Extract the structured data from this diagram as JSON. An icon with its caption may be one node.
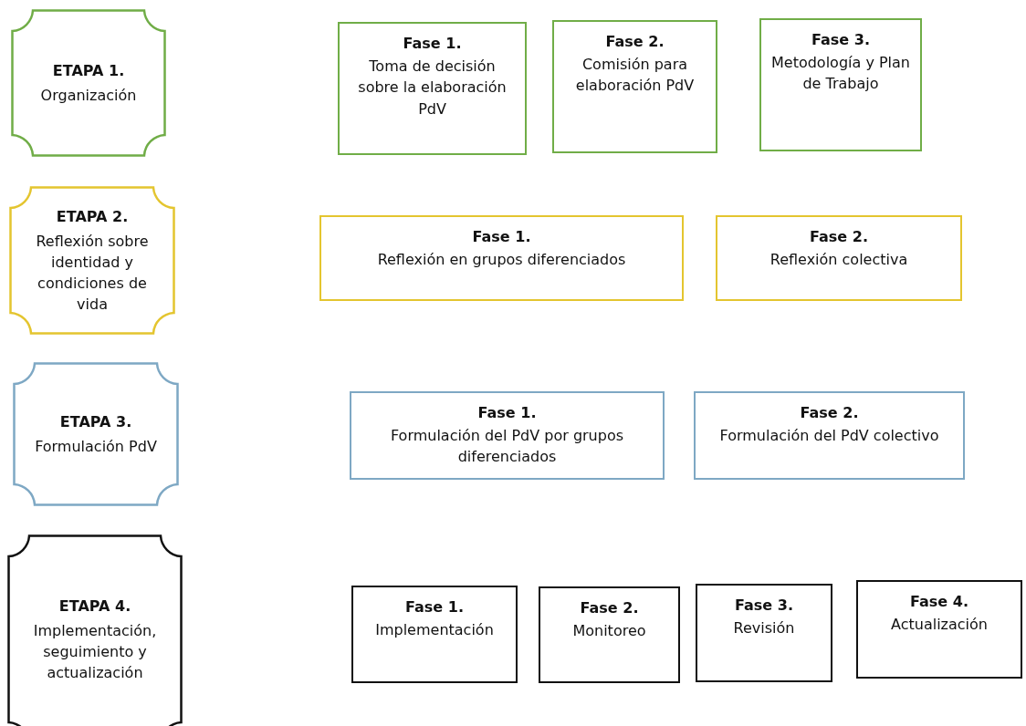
{
  "diagram": {
    "nodes": [
      {
        "text": [
          "ETAPA 1.",
          "Organización"
        ]
      },
      {
        "text": [
          "Fase 1.",
          "Toma de decisión sobre la elaboración PdV"
        ]
      },
      {
        "text": [
          "Fase 2.",
          "Comisión para elaboración PdV"
        ]
      },
      {
        "text": [
          "Fase 3.",
          "Metodología y Plan de Trabajo"
        ]
      },
      {
        "text": [
          "ETAPA 2.",
          "Reflexión sobre identidad y condiciones de vida"
        ]
      },
      {
        "text": [
          "Fase 1.",
          "Reflexión en grupos diferenciados"
        ]
      },
      {
        "text": [
          "Fase 2.",
          "Reflexión colectiva"
        ]
      },
      {
        "text": [
          "ETAPA 3.",
          "Formulación PdV"
        ]
      },
      {
        "text": [
          "Fase 1.",
          "Formulación del PdV por grupos diferenciados"
        ]
      },
      {
        "text": [
          "Fase 2.",
          "Formulación del PdV colectivo"
        ]
      },
      {
        "text": [
          "ETAPA 4.",
          "Implementación, seguimiento y actualización"
        ]
      },
      {
        "text": [
          "Fase 1.",
          "Implementación"
        ]
      },
      {
        "text": [
          "Fase 2.",
          "Monitoreo"
        ]
      },
      {
        "text": [
          "Fase 3.",
          "Revisión"
        ]
      },
      {
        "text": [
          "Fase 4.",
          "Actualización"
        ]
      }
    ]
  }
}
